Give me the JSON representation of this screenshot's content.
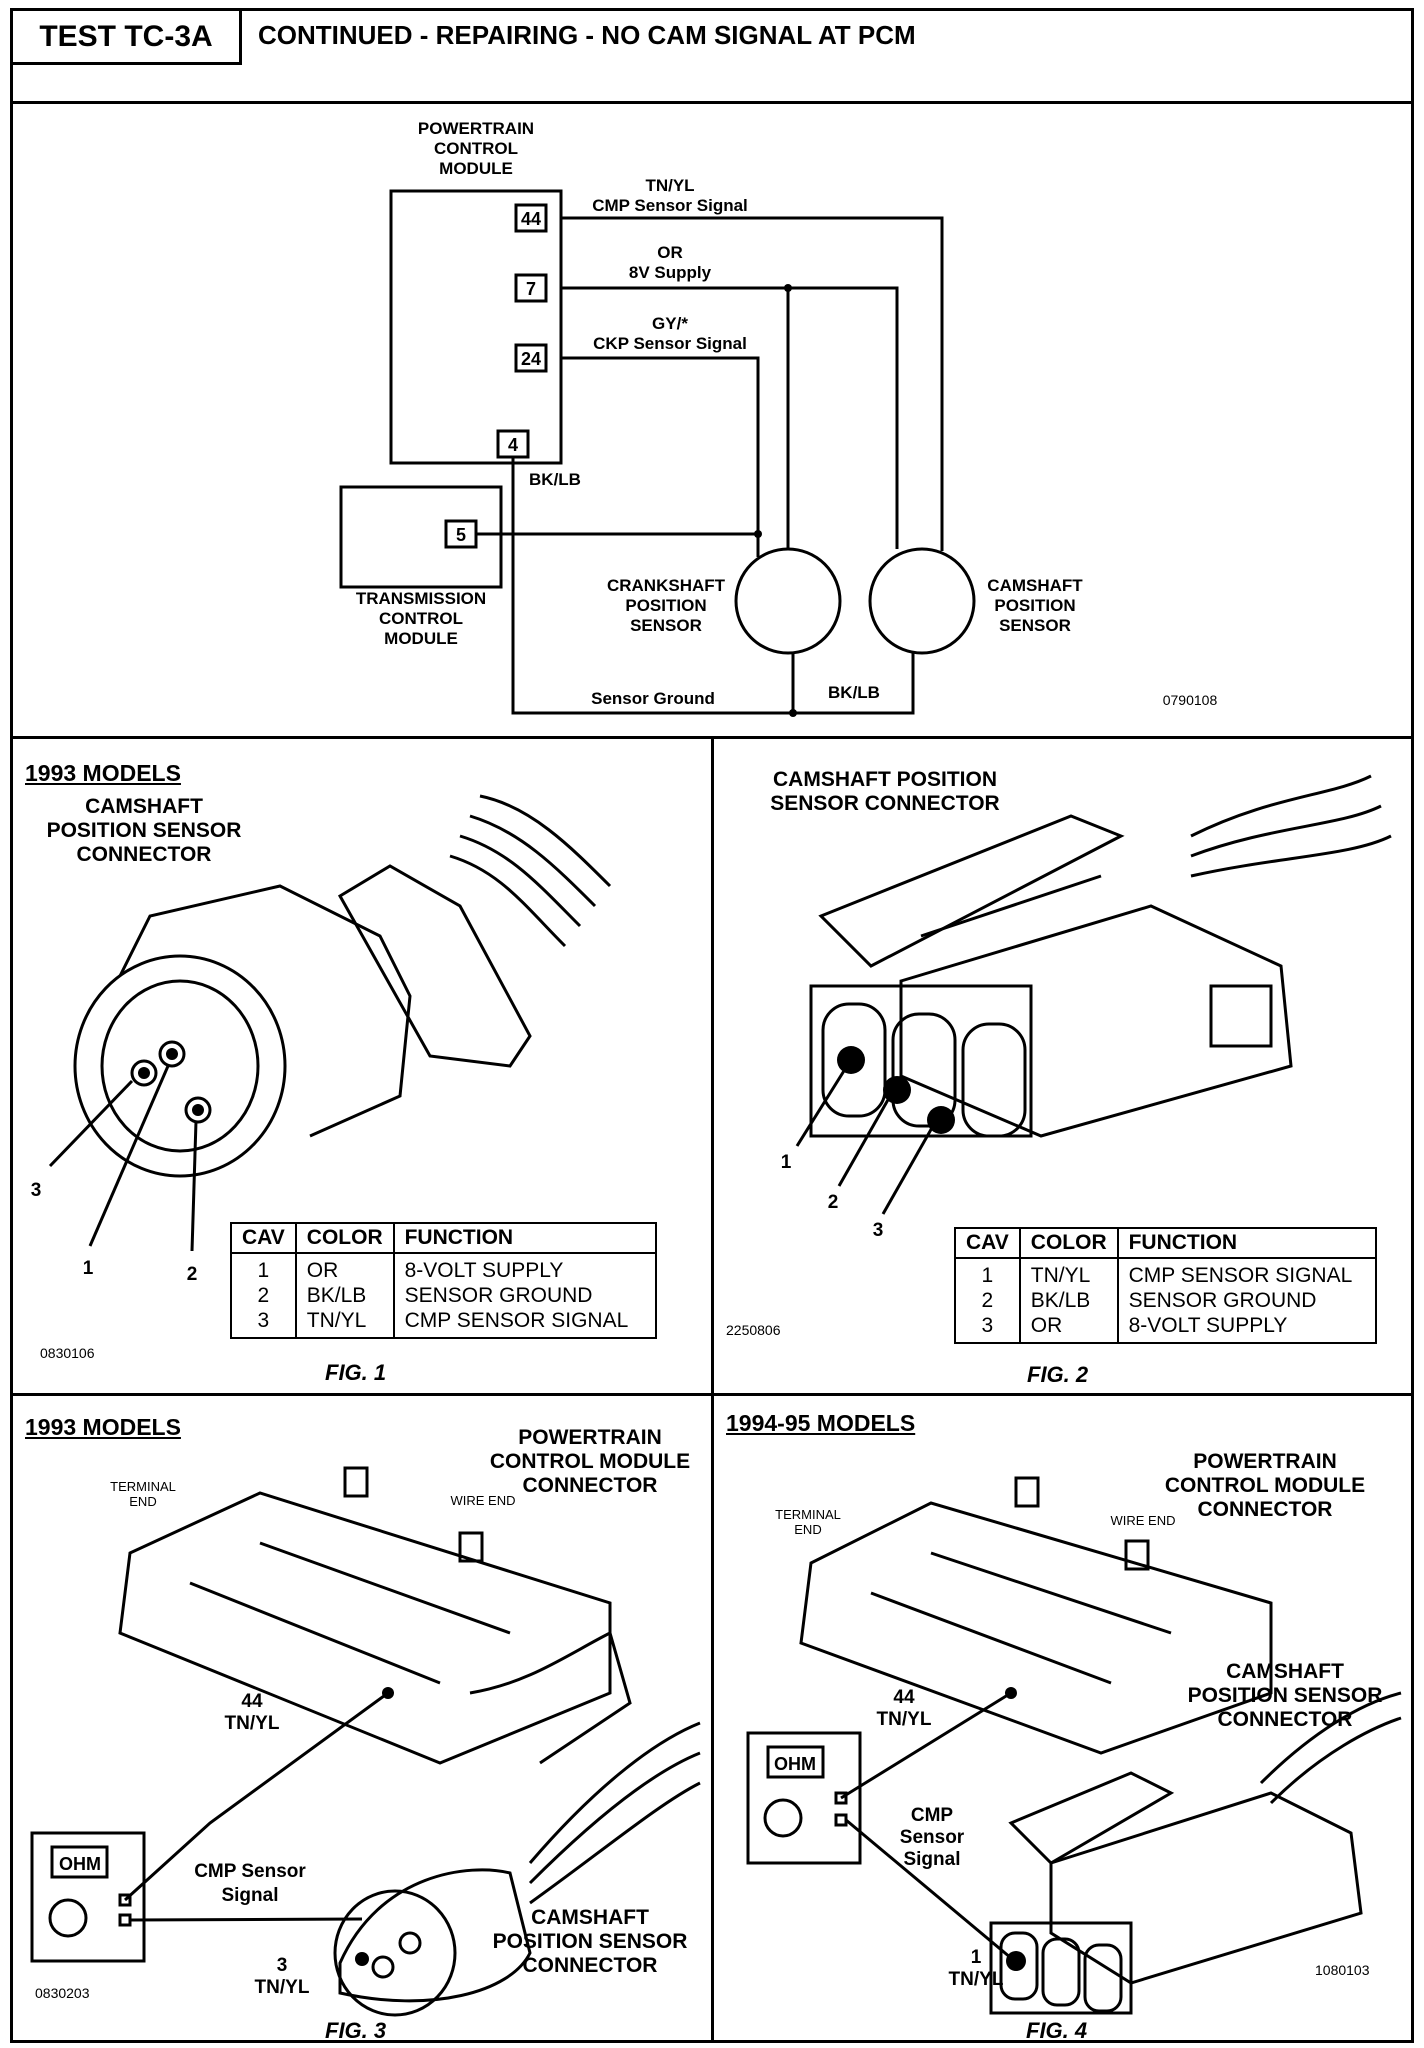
{
  "header": {
    "test_id": "TEST TC-3A",
    "title": "CONTINUED - REPAIRING - NO CAM SIGNAL AT PCM"
  },
  "schematic": {
    "pcm_label": [
      "POWERTRAIN",
      "CONTROL",
      "MODULE"
    ],
    "tcm_label": [
      "TRANSMISSION",
      "CONTROL",
      "MODULE"
    ],
    "crank_label": [
      "CRANKSHAFT",
      "POSITION",
      "SENSOR"
    ],
    "cam_label": [
      "CAMSHAFT",
      "POSITION",
      "SENSOR"
    ],
    "pins": {
      "p44": "44",
      "p7": "7",
      "p24": "24",
      "p4": "4",
      "tcm_pin": "5"
    },
    "wires": {
      "w44_color": "TN/YL",
      "w44_name": "CMP Sensor Signal",
      "w7_color": "OR",
      "w7_name": "8V Supply",
      "w24_color": "GY/*",
      "w24_name": "CKP Sensor Signal",
      "w4_color": "BK/LB",
      "ground_name": "Sensor Ground",
      "ground_color": "BK/LB"
    },
    "code": "0790108"
  },
  "fig1": {
    "models": "1993 MODELS",
    "title": [
      "CAMSHAFT",
      "POSITION SENSOR",
      "CONNECTOR"
    ],
    "callouts": [
      "3",
      "1",
      "2"
    ],
    "table": {
      "headers": [
        "CAV",
        "COLOR",
        "FUNCTION"
      ],
      "rows": [
        [
          "1",
          "OR",
          "8-VOLT SUPPLY"
        ],
        [
          "2",
          "BK/LB",
          "SENSOR GROUND"
        ],
        [
          "3",
          "TN/YL",
          "CMP SENSOR SIGNAL"
        ]
      ]
    },
    "code": "0830106",
    "caption": "FIG. 1"
  },
  "fig2": {
    "title": [
      "CAMSHAFT POSITION",
      "SENSOR CONNECTOR"
    ],
    "callouts": [
      "1",
      "2",
      "3"
    ],
    "table": {
      "headers": [
        "CAV",
        "COLOR",
        "FUNCTION"
      ],
      "rows": [
        [
          "1",
          "TN/YL",
          "CMP SENSOR SIGNAL"
        ],
        [
          "2",
          "BK/LB",
          "SENSOR GROUND"
        ],
        [
          "3",
          "OR",
          "8-VOLT SUPPLY"
        ]
      ]
    },
    "code": "2250806",
    "caption": "FIG. 2"
  },
  "fig3": {
    "models": "1993 MODELS",
    "pcm_connector": [
      "POWERTRAIN",
      "CONTROL MODULE",
      "CONNECTOR"
    ],
    "terminal_end": [
      "TERMINAL",
      "END"
    ],
    "wire_end": "WIRE END",
    "pin44": [
      "44",
      "TN/YL"
    ],
    "meter": "OHM",
    "signal": [
      "CMP Sensor",
      "Signal"
    ],
    "pin3": [
      "3",
      "TN/YL"
    ],
    "cam_connector": [
      "CAMSHAFT",
      "POSITION SENSOR",
      "CONNECTOR"
    ],
    "code": "0830203",
    "caption": "FIG. 3"
  },
  "fig4": {
    "models": "1994-95 MODELS",
    "pcm_connector": [
      "POWERTRAIN",
      "CONTROL MODULE",
      "CONNECTOR"
    ],
    "terminal_end": [
      "TERMINAL",
      "END"
    ],
    "wire_end": "WIRE END",
    "pin44": [
      "44",
      "TN/YL"
    ],
    "cam_connector": [
      "CAMSHAFT",
      "POSITION SENSOR",
      "CONNECTOR"
    ],
    "meter": "OHM",
    "signal": [
      "CMP",
      "Sensor",
      "Signal"
    ],
    "pin1": [
      "1",
      "TN/YL"
    ],
    "code": "1080103",
    "caption": "FIG. 4"
  }
}
